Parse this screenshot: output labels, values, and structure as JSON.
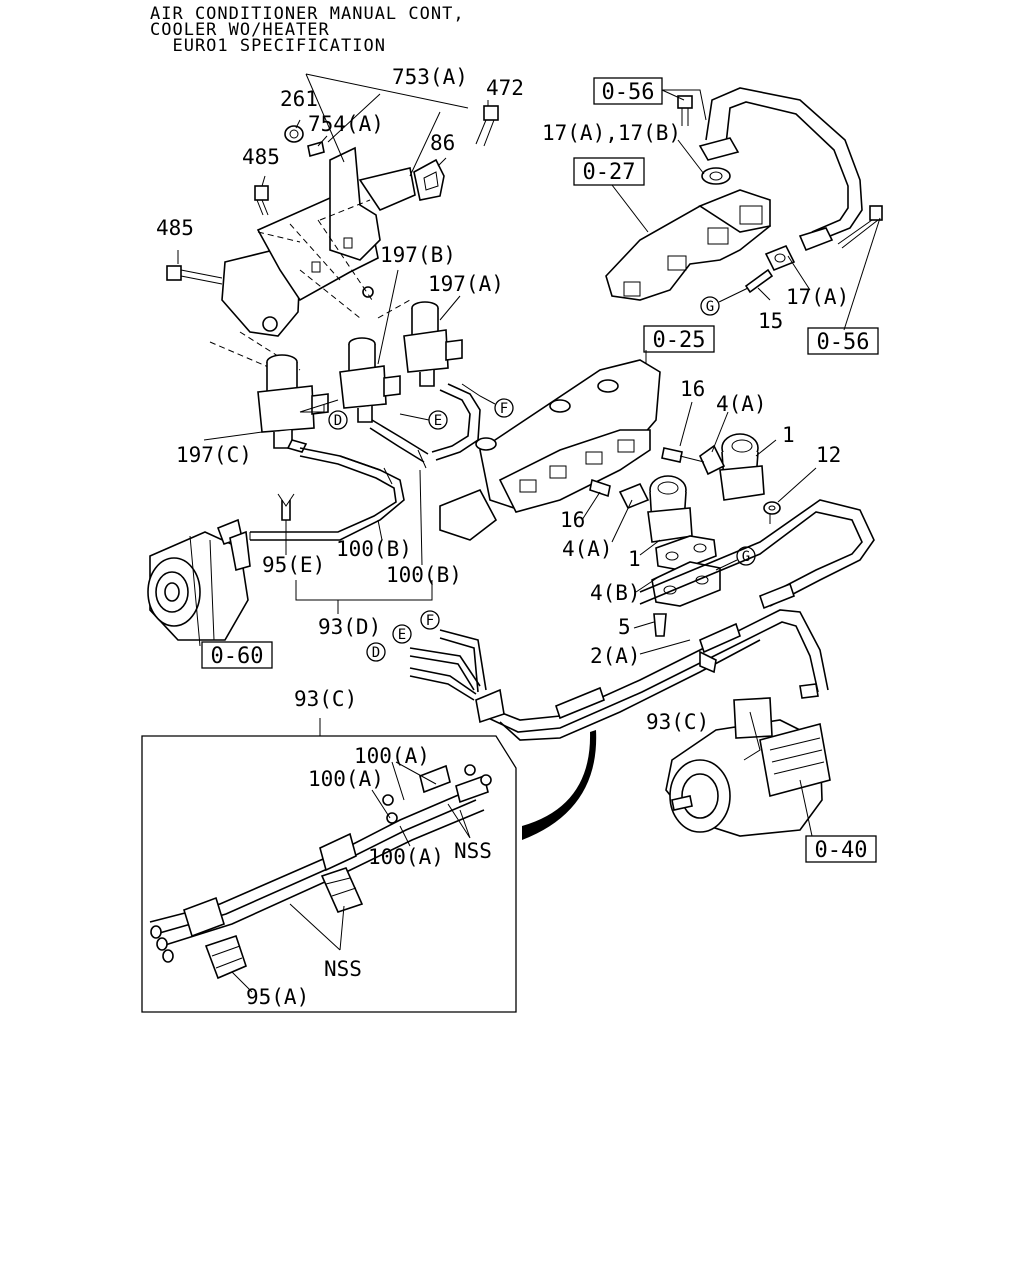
{
  "title": {
    "line1": "AIR CONDITIONER MANUAL CONT,",
    "line2": "COOLER WO/HEATER",
    "line3": "  EURO1 SPECIFICATION"
  },
  "refs": {
    "r056_top": "0-56",
    "r027": "0-27",
    "r056_bottom": "0-56",
    "r025": "0-25",
    "r060": "0-60",
    "r040": "0-40"
  },
  "labels": {
    "p753a": "753(A)",
    "p472": "472",
    "p261": "261",
    "p754a": "754(A)",
    "p485_top": "485",
    "p86": "86",
    "p485_left": "485",
    "p197b": "197(B)",
    "p197a": "197(A)",
    "p197c": "197(C)",
    "p17ab": "17(A),17(B)",
    "p17a": "17(A)",
    "p15": "15",
    "p16_top": "16",
    "p4a_top": "4(A)",
    "p1_top": "1",
    "p12": "12",
    "p16_mid": "16",
    "p4a_mid": "4(A)",
    "p1_mid": "1",
    "p4b": "4(B)",
    "p5": "5",
    "p2a": "2(A)",
    "p95e": "95(E)",
    "p100b_1": "100(B)",
    "p100b_2": "100(B)",
    "p93d": "93(D)",
    "p93c_right": "93(C)",
    "p93c_detail": "93(C)",
    "p100a_1": "100(A)",
    "p100a_2": "100(A)",
    "p100a_3": "100(A)",
    "nss_1": "NSS",
    "nss_2": "NSS",
    "p95a": "95(A)"
  },
  "markers": {
    "d": "D",
    "e": "E",
    "f": "F",
    "g": "G"
  }
}
